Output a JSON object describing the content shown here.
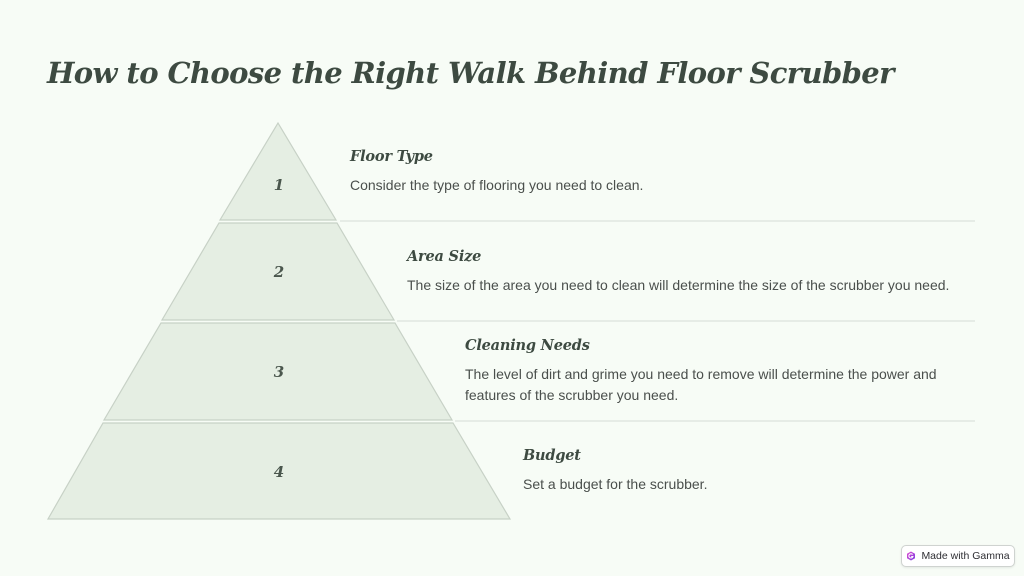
{
  "title": "How to Choose the Right Walk Behind Floor Scrubber",
  "levels": [
    {
      "number": "1",
      "title": "Floor Type",
      "description": "Consider the type of flooring you need to clean."
    },
    {
      "number": "2",
      "title": "Area Size",
      "description": "The size of the area you need to clean will determine the size of the scrubber you need."
    },
    {
      "number": "3",
      "title": "Cleaning Needs",
      "description": "The level of dirt and grime you need to remove will determine the power and features of the scrubber you need."
    },
    {
      "number": "4",
      "title": "Budget",
      "description": "Set a budget for the scrubber."
    }
  ],
  "badge": {
    "label": "Made with Gamma",
    "icon": "gamma-logo-icon"
  },
  "colors": {
    "background": "#f7fcf6",
    "tier_fill": "#e5eee3",
    "tier_stroke": "#c7d1c6",
    "title": "#3d4a41"
  }
}
